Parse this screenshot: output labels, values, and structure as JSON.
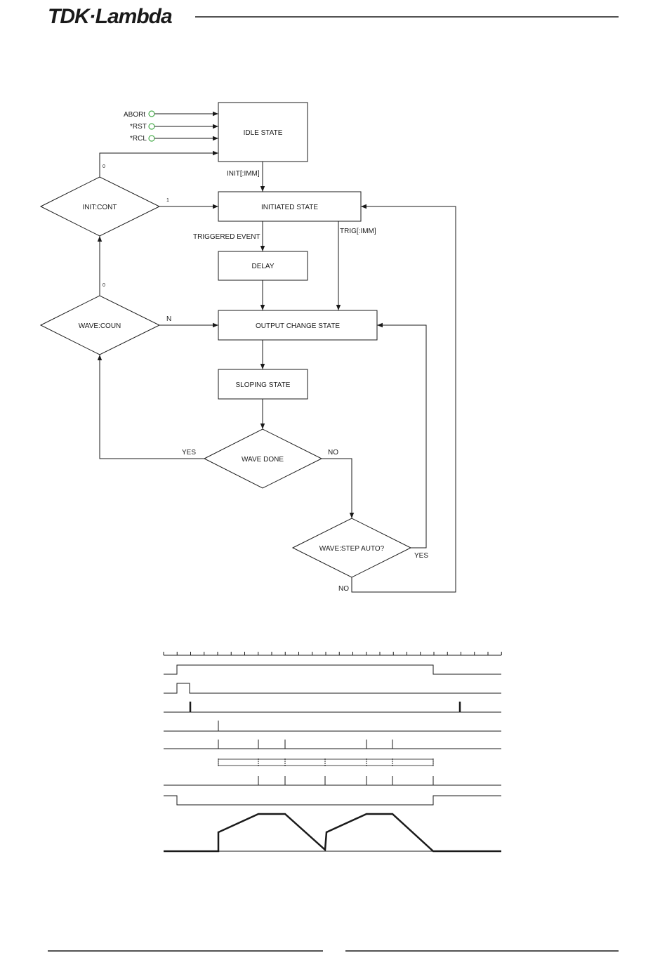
{
  "header": {
    "logo": "TDK·Lambda"
  },
  "flowchart": {
    "inputs": {
      "abort": "ABORt",
      "rst": "*RST",
      "rcl": "*RCL"
    },
    "states": {
      "idle": "IDLE STATE",
      "initiated": "INITIATED STATE",
      "delay": "DELAY",
      "output_change": "OUTPUT CHANGE STATE",
      "sloping": "SLOPING STATE"
    },
    "decisions": {
      "init_cont": "INIT:CONT",
      "wave_coun": "WAVE:COUN",
      "wave_done": "WAVE DONE",
      "wave_step_auto": "WAVE:STEP AUTO?"
    },
    "labels": {
      "init_imm": "INIT[:IMM]",
      "triggered_event": "TRIGGERED EVENT",
      "trig_imm": "TRIG[:IMM]",
      "init_cont_zero": "0",
      "init_cont_one": "1",
      "wave_coun_zero": "0",
      "wave_coun_n": "N",
      "wave_done_yes": "YES",
      "wave_done_no": "NO",
      "step_auto_yes": "YES",
      "step_auto_no": "NO"
    },
    "indicator_color": "#4caf50"
  }
}
